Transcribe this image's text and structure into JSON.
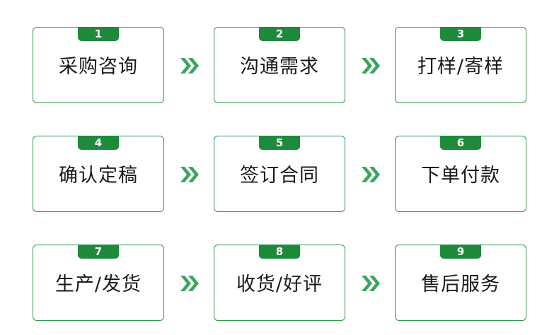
{
  "colors": {
    "border": "#2e9a4f",
    "badge": "#1d8a3c",
    "arrow": "#3aa55c",
    "text": "#1a1a1a"
  },
  "steps": [
    {
      "number": "1",
      "label": "采购咨询"
    },
    {
      "number": "2",
      "label": "沟通需求"
    },
    {
      "number": "3",
      "label": "打样/寄样"
    },
    {
      "number": "4",
      "label": "确认定稿"
    },
    {
      "number": "5",
      "label": "签订合同"
    },
    {
      "number": "6",
      "label": "下单付款"
    },
    {
      "number": "7",
      "label": "生产/发货"
    },
    {
      "number": "8",
      "label": "收货/好评"
    },
    {
      "number": "9",
      "label": "售后服务"
    }
  ],
  "connector_icon": "double-chevron-right-icon"
}
